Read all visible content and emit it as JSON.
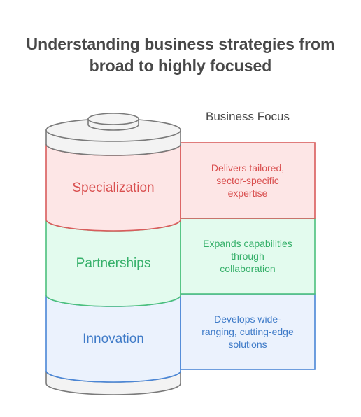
{
  "title": {
    "line1": "Understanding business strategies from",
    "line2": "broad to highly focused"
  },
  "legend_title": "Business Focus",
  "layers": [
    {
      "label": "Specialization",
      "description": [
        "Delivers tailored,",
        "sector-specific",
        "expertise"
      ],
      "fill": "#fde6e6",
      "stroke": "#d95c5c",
      "text_color": "#d94f4f"
    },
    {
      "label": "Partnerships",
      "description": [
        "Expands capabilities",
        "through",
        "collaboration"
      ],
      "fill": "#e3fbee",
      "stroke": "#4cc07d",
      "text_color": "#36b06a"
    },
    {
      "label": "Innovation",
      "description": [
        "Develops wide-",
        "ranging, cutting-edge",
        "solutions"
      ],
      "fill": "#ebf2fd",
      "stroke": "#4a86d6",
      "text_color": "#3f7bc8"
    }
  ],
  "cap_fill": "#f3f3f3",
  "cap_stroke": "#7a7a7a"
}
